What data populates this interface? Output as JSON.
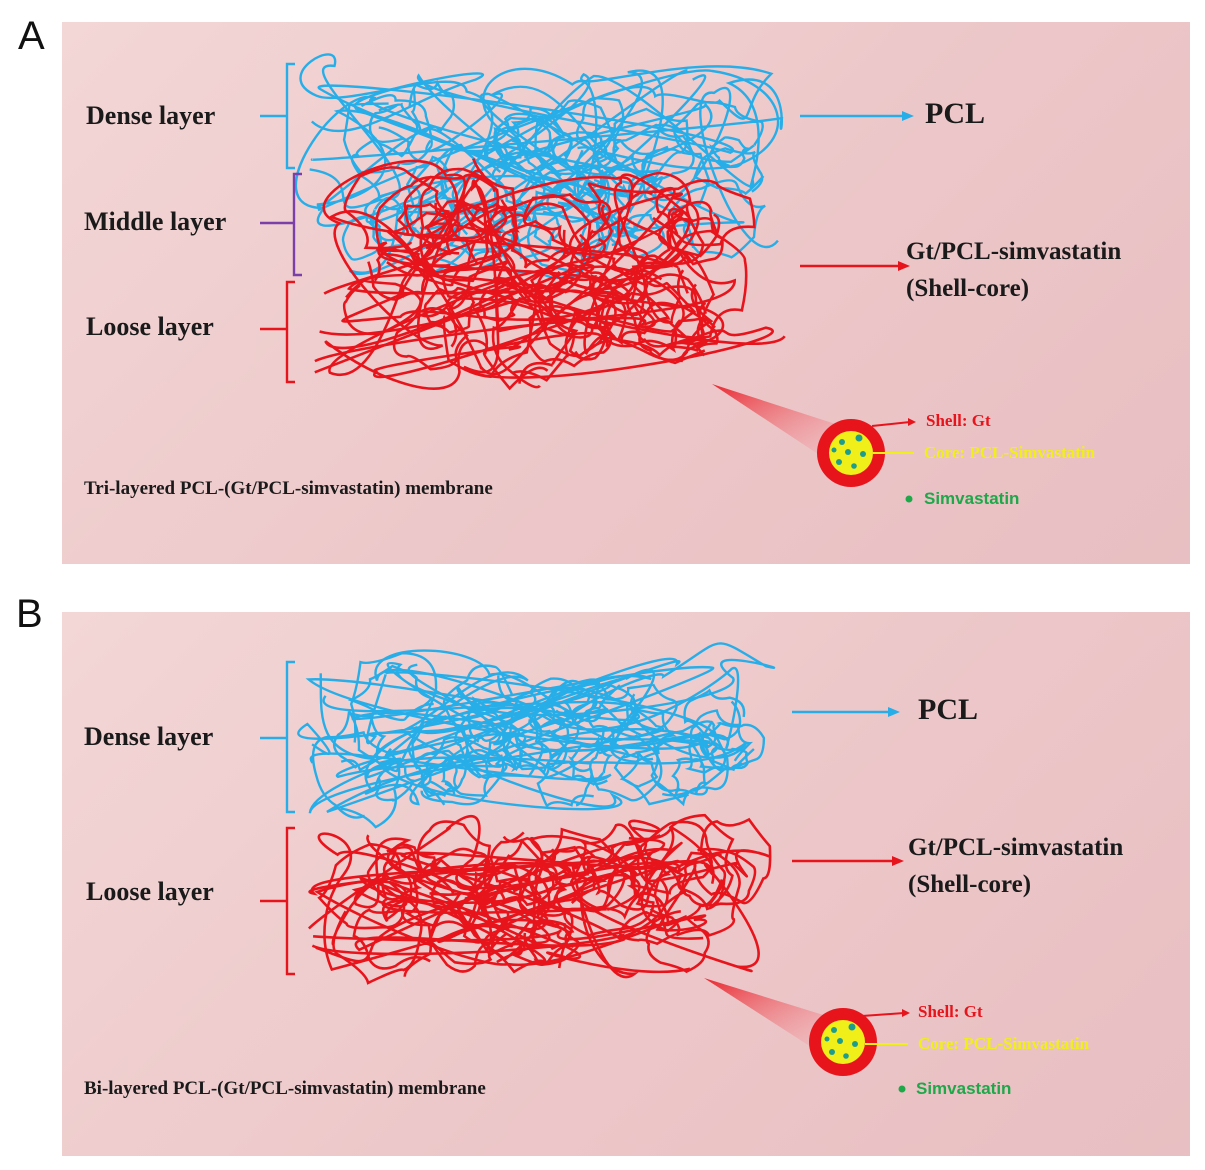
{
  "panel_a": {
    "letter": "A",
    "dense_label": "Dense  layer",
    "middle_label": "Middle layer",
    "loose_label": "Loose  layer",
    "pcl_label": "PCL",
    "shellcore_line1": "Gt/PCL-simvastatin",
    "shellcore_line2": "(Shell-core)",
    "shell_label": "Shell: Gt",
    "core_label": "Core: PCL-Simvastatin",
    "simva_label": "Simvastatin",
    "caption": "Tri-layered PCL-(Gt/PCL-simvastatin) membrane"
  },
  "panel_b": {
    "letter": "B",
    "dense_label": "Dense layer",
    "loose_label": "Loose layer",
    "pcl_label": "PCL",
    "shellcore_line1": "Gt/PCL-simvastatin",
    "shellcore_line2": "(Shell-core)",
    "shell_label": "Shell: Gt",
    "core_label": "Core: PCL-Simvastatin",
    "simva_label": "Simvastatin",
    "caption": "Bi-layered PCL-(Gt/PCL-simvastatin)  membrane"
  },
  "colors": {
    "pcl_fiber": "#27aee8",
    "gt_fiber": "#e8141c",
    "middle_bracket": "#7a3fa8",
    "core": "#f1ef1a",
    "simvastatin": "#1ea84a"
  }
}
